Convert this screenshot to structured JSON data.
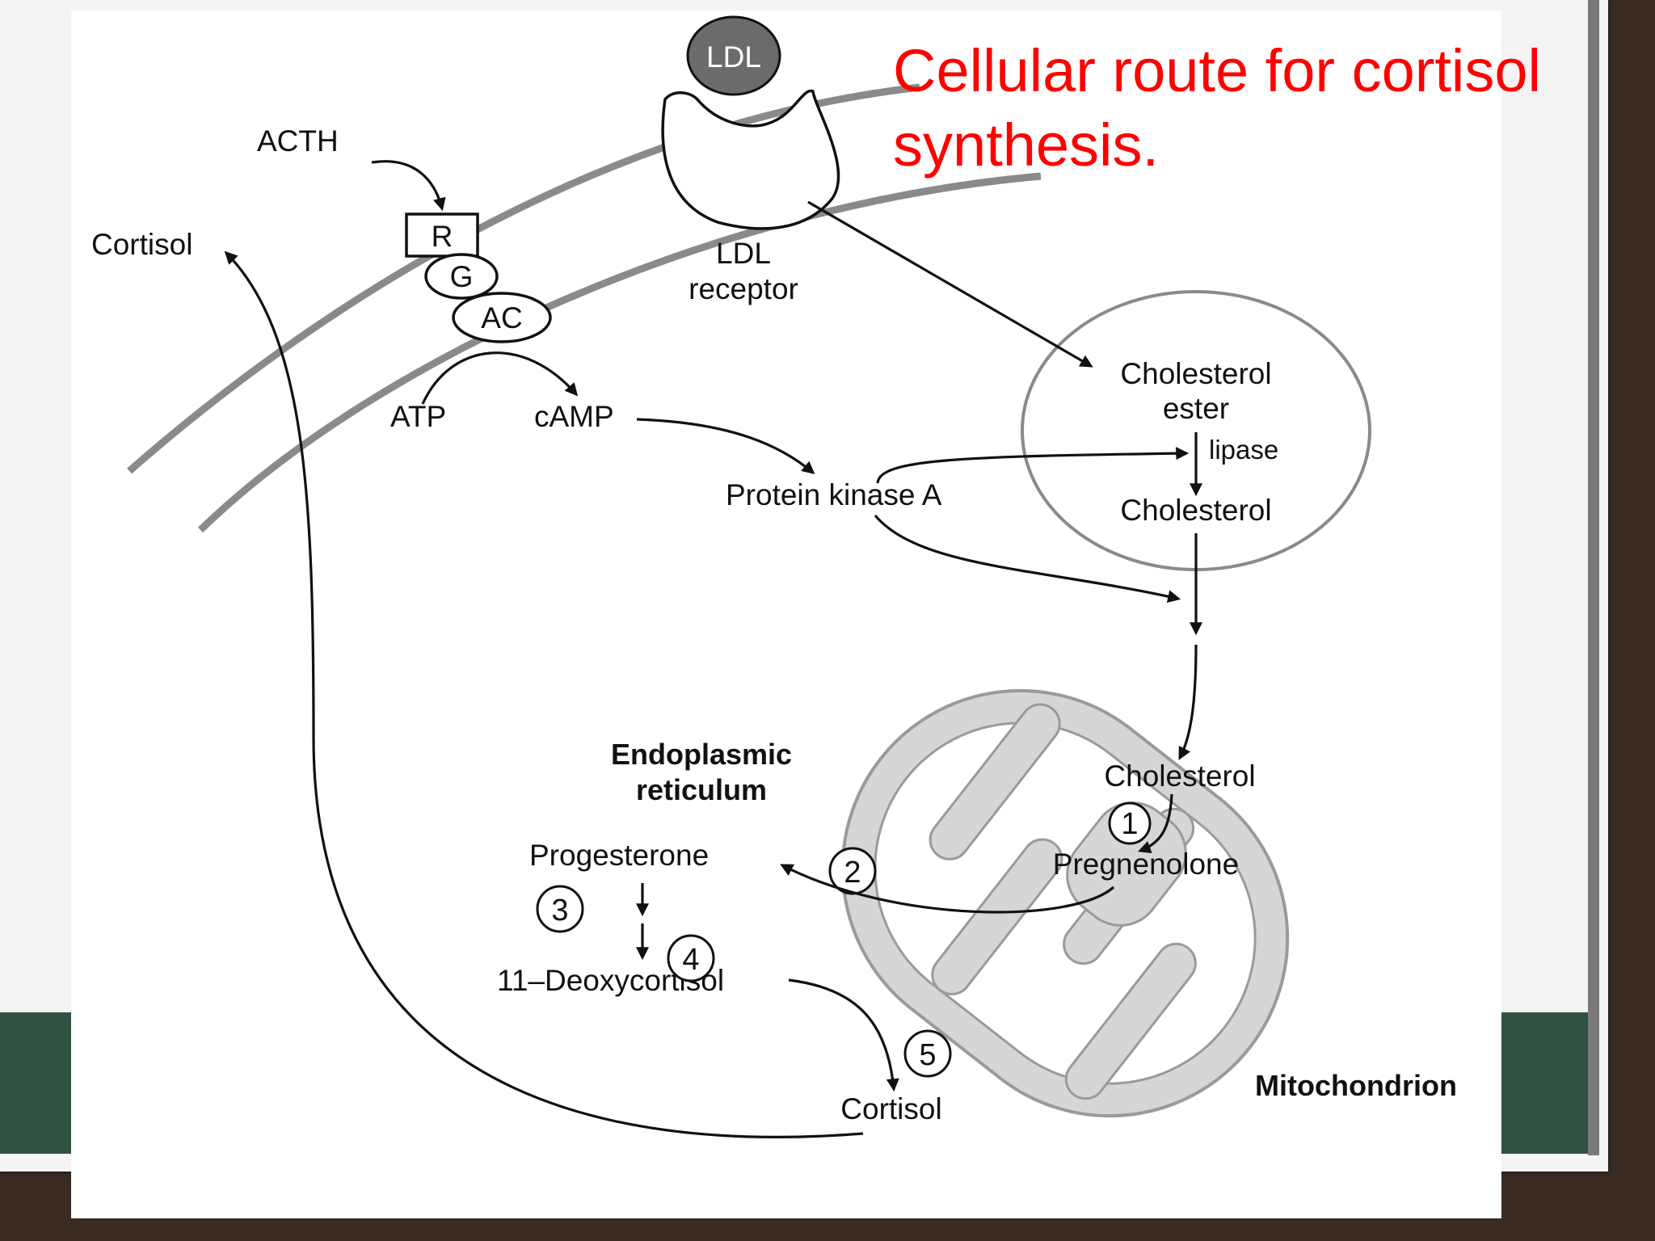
{
  "title": "Cellular route for cortisol synthesis.",
  "labels": {
    "ldl": "LDL",
    "acth": "ACTH",
    "cortisol_out": "Cortisol",
    "receptor_r": "R",
    "g_protein": "G",
    "adenylate_cyclase": "AC",
    "ldl_receptor_1": "LDL",
    "ldl_receptor_2": "receptor",
    "atp": "ATP",
    "camp": "cAMP",
    "protein_kinase_a": "Protein kinase A",
    "cholesterol_ester_1": "Cholesterol",
    "cholesterol_ester_2": "ester",
    "lipase": "lipase",
    "cholesterol_droplet": "Cholesterol",
    "er_1": "Endoplasmic",
    "er_2": "reticulum",
    "cholesterol_mito": "Cholesterol",
    "pregnenolone": "Pregnenolone",
    "progesterone": "Progesterone",
    "deoxycortisol": "11–Deoxycortisol",
    "cortisol_mito": "Cortisol",
    "mitochondrion": "Mitochondrion"
  },
  "steps": [
    "1",
    "2",
    "3",
    "4",
    "5"
  ],
  "colors": {
    "title": "#ff0000",
    "membrane": "#8a8a8a",
    "mito_fill": "#d6d6d6",
    "frame_green": "#2f5240"
  }
}
